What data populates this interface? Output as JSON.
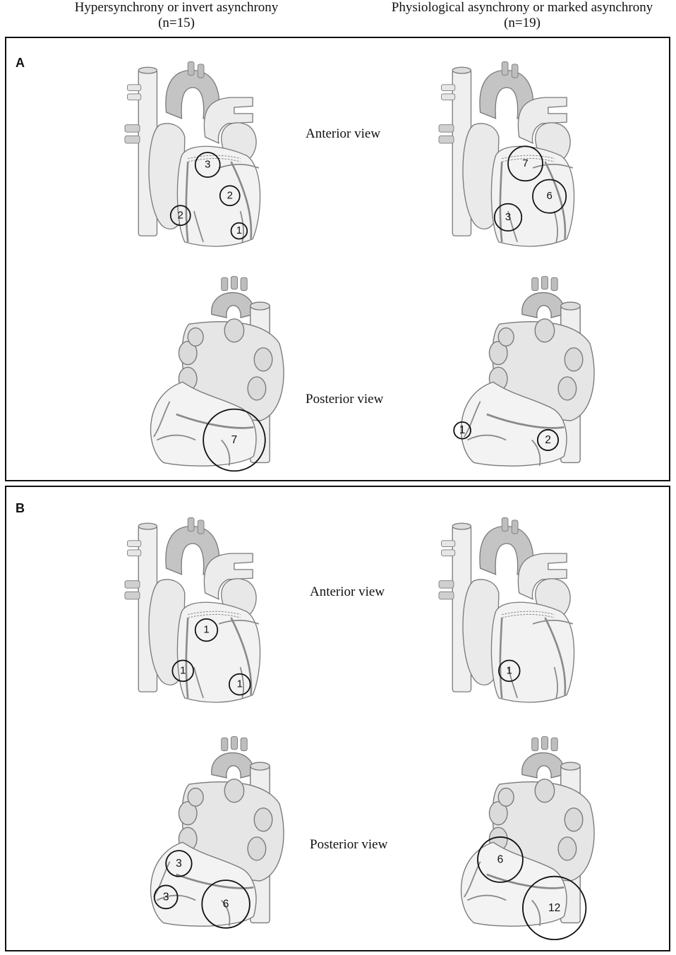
{
  "columns": [
    {
      "title": "Hypersynchrony or invert asynchrony",
      "n": "(n=15)"
    },
    {
      "title": "Physiological asynchrony or marked asynchrony",
      "n": "(n=19)"
    }
  ],
  "panels": [
    {
      "letter": "A",
      "anterior_label": "Anterior view",
      "posterior_label": "Posterior view",
      "markers": {
        "left_anterior": [
          "3",
          "2",
          "2",
          "1"
        ],
        "right_anterior": [
          "7",
          "6",
          "3"
        ],
        "left_posterior": [
          "7"
        ],
        "right_posterior": [
          "1",
          "2"
        ]
      }
    },
    {
      "letter": "B",
      "anterior_label": "Anterior view",
      "posterior_label": "Posterior view",
      "markers": {
        "left_anterior": [
          "1",
          "1",
          "1"
        ],
        "right_anterior": [
          "1"
        ],
        "left_posterior": [
          "3",
          "3",
          "6"
        ],
        "right_posterior": [
          "6",
          "12"
        ]
      }
    }
  ],
  "colors": {
    "ink": "#111111",
    "heart_fill": "#f1f1f1",
    "heart_dark": "#c4c4c4",
    "heart_stroke": "#7a7a7a"
  }
}
